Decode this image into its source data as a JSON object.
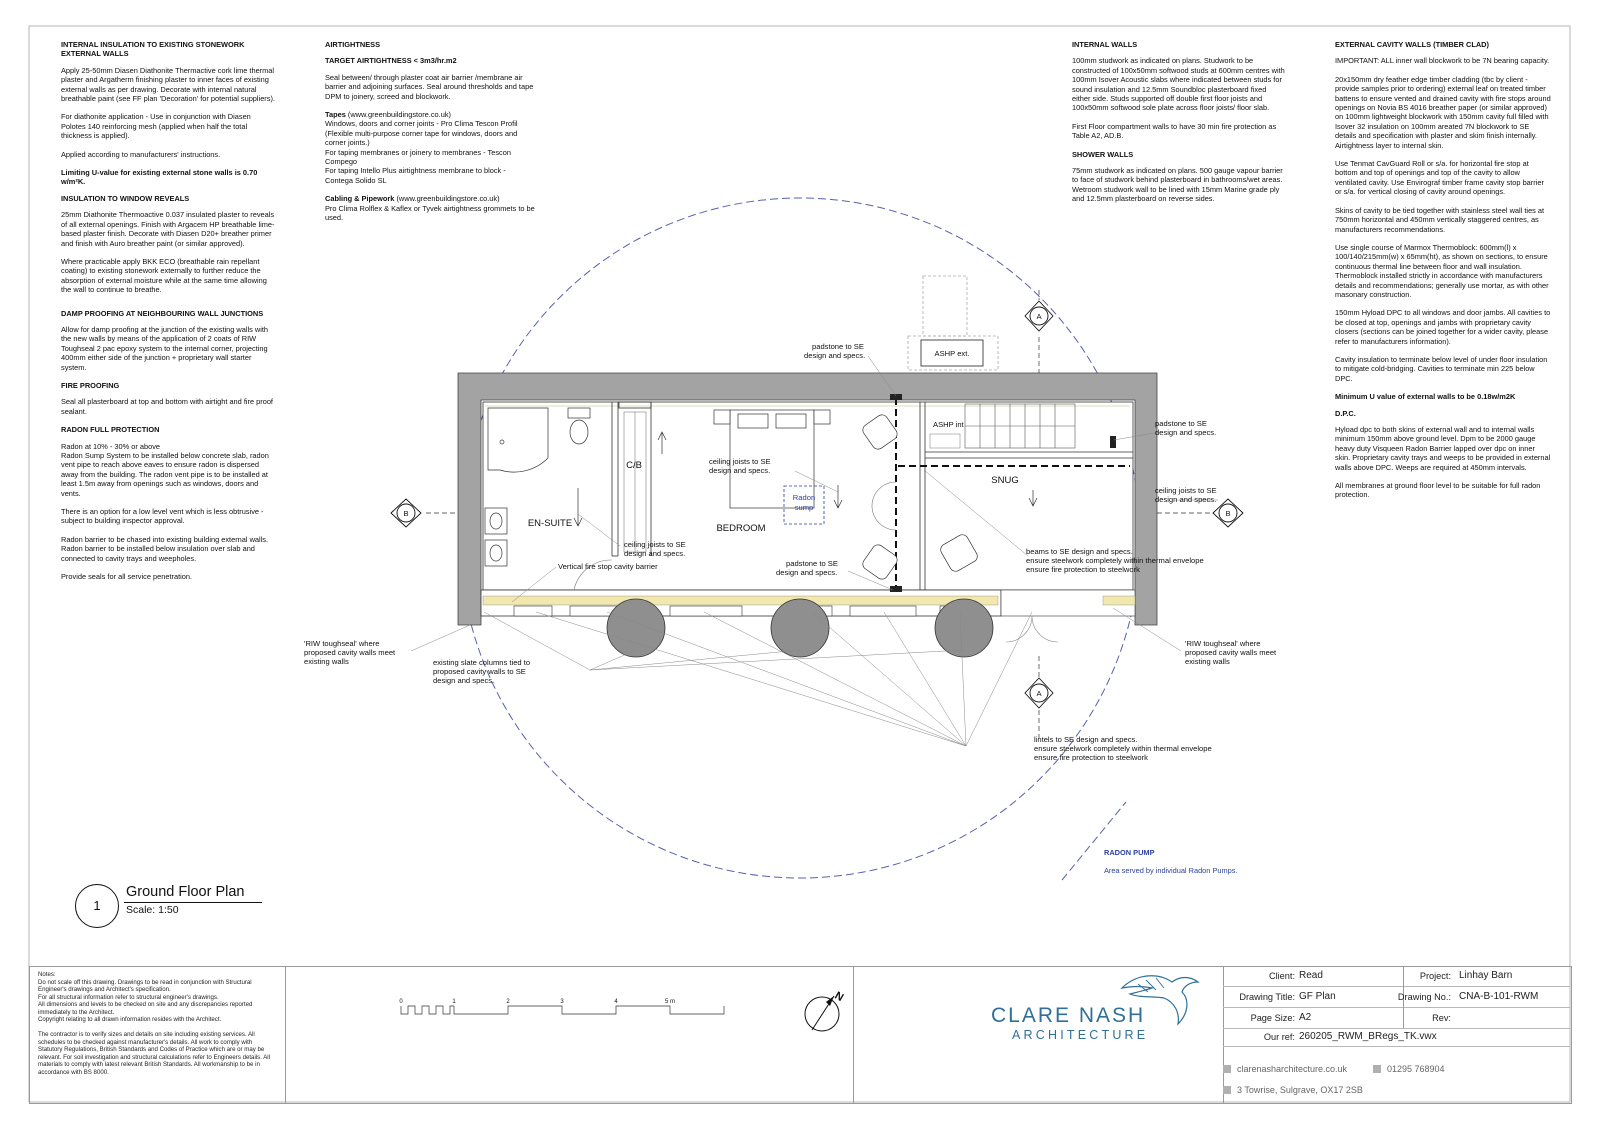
{
  "notes_left": {
    "internal_insulation_heading": "INTERNAL INSULATION TO EXISTING STONEWORK EXTERNAL WALLS",
    "internal_insulation_p1": "Apply 25-50mm Diasen Diathonite Thermactive cork lime thermal plaster and Argatherm finishing plaster to inner faces of existing external walls as per drawing. Decorate with internal natural breathable paint (see FF plan 'Decoration' for potential suppliers).",
    "internal_insulation_p2": "For diathonite application - Use in conjunction with Diasen Polotes 140 reinforcing mesh (applied when half the total thickness is applied).",
    "internal_insulation_p3": "Applied according to manufacturers' instructions.",
    "internal_insulation_p4": "Limiting U-value for existing external stone walls is 0.70 w/m²K.",
    "window_reveals_heading": "INSULATION TO WINDOW REVEALS",
    "window_reveals_p1": "25mm Diathonite Thermoactive 0.037 insulated plaster to reveals of all external openings. Finish with Argacem HP breathable lime-based plaster finish. Decorate with Diasen D20+ breather primer and finish with Auro breather paint (or similar approved).",
    "window_reveals_p2": "Where practicable apply BKK ECO (breathable rain repellant coating) to existing stonework externally to further reduce the absorption of external moisture while at the same time allowing the wall to continue to breathe.",
    "damp_heading": "DAMP PROOFING AT NEIGHBOURING WALL JUNCTIONS",
    "damp_p1": "Allow for damp proofing at the junction of the existing walls with the new walls by means of the application of 2 coats of RIW Toughseal 2 pac epoxy system to the internal corner, projecting 400mm either side of the junction + proprietary wall starter system.",
    "fire_heading": "FIRE PROOFING",
    "fire_p1": "Seal all plasterboard at top and bottom with airtight and fire proof sealant.",
    "radon_heading": "RADON  FULL PROTECTION",
    "radon_p1": "Radon at 10% - 30% or above\nRadon Sump System to be installed below concrete slab, radon vent pipe to reach above  eaves to ensure radon is dispersed away from the building. The radon vent pipe is to be installed at least 1.5m away from openings such as windows, doors and vents.",
    "radon_p2": "There is an option for a low level vent which is less obtrusive - subject to building inspector approval.",
    "radon_p3": "Radon barrier to be chased into existing building external walls. Radon barrier to be installed below insulation over slab and connected to cavity trays and weepholes.",
    "radon_p4": "Provide seals for all service penetration."
  },
  "notes_air": {
    "heading": "AIRTIGHTNESS",
    "target": "TARGET AIRTIGHTNESS < 3m3/hr.m2",
    "p1": "Seal between/ through plaster coat air barrier /membrane air barrier and adjoining surfaces. Seal around thresholds and tape DPM to joinery, screed and blockwork.",
    "tapes_label": "Tapes",
    "tapes_text": " (www.greenbuildingstore.co.uk)\nWindows, doors and corner joints - Pro Clima Tescon Profil (Flexible multi-purpose corner tape for windows, doors and corner joints.)\nFor taping membranes or joinery to membranes - Tescon Compego\nFor taping Intello Plus airtightness membrane to block - Contega Solido SL",
    "cabling_label": "Cabling & Pipework",
    "cabling_text": " (www.greenbuildingstore.co.uk)\nPro Clima Rolflex & Kaflex or Tyvek airtightness grommets to be used."
  },
  "notes_walls": {
    "internal_heading": "INTERNAL WALLS",
    "internal_p1": "100mm studwork as indicated on plans. Studwork to be constructed of 100x50mm softwood studs at 600mm centres with 100mm Isover Acoustic slabs where indicated between studs for sound insulation and 12.5mm Soundbloc plasterboard fixed either side. Studs supported off double first floor joists and 100x50mm softwood sole plate across floor joists/ floor slab.",
    "internal_p2": "First Floor compartment walls to have 30 min fire protection as Table A2, AD.B.",
    "shower_heading": "SHOWER WALLS",
    "shower_p1": "75mm studwork as indicated on plans. 500 gauge vapour barrier to face of studwork behind plasterboard in bathrooms/wet areas. Wetroom studwork wall to be lined with 15mm Marine grade ply and 12.5mm plasterboard on reverse sides."
  },
  "notes_cavity": {
    "heading": "EXTERNAL CAVITY WALLS (TIMBER CLAD)",
    "p1": "IMPORTANT: ALL inner wall blockwork to be 7N bearing capacity.",
    "p2": "20x150mm dry feather edge timber cladding (tbc by client - provide samples prior to ordering) external leaf on treated timber battens to ensure vented and drained cavity with fire stops around openings on Novia BS 4016 breather paper (or similar approved) on 100mm lightweight blockwork with 150mm cavity full filled with Isover 32 insulation on 100mm areated 7N blockwork to SE details and specification with plaster and skim finish internally.  Airtightness layer to internal skin.",
    "p3": "Use Tenmat CavGuard Roll or s/a. for horizontal fire stop at bottom and top of openings and top of the cavity to allow ventilated cavity. Use Envirograf timber frame cavity stop barrier or s/a. for vertical closing of cavity around openings.",
    "p4": "Skins of cavity to be tied together with stainless steel wall ties at 750mm horizontal and 450mm vertically staggered centres, as manufacturers recommendations.",
    "p5": "Use single course of Marmox Thermoblock: 600mm(l) x 100/140/215mm(w) x 65mm(ht), as shown on sections, to ensure continuous thermal line between floor and wall insulation. Thermoblock installed strictly in accordance with manufacturers details and recommendations; generally use mortar, as with other masonary construction.",
    "p6": "150mm Hyload DPC to all windows and door jambs. All cavities to be closed at top, openings and jambs with proprietary cavity closers (sections can be joined together for a wider cavity, please refer to manufacturers information).",
    "p7": "Cavity insulation to terminate below level of under floor insulation to mitigate cold-bridging. Cavities to terminate min 225 below DPC.",
    "p8": "Minimum U value of external walls to be 0.18w/m2K",
    "dpc_heading": "D.P.C.",
    "dpc_p1": "Hyload dpc to both skins of external wall and to internal walls minimum 150mm above ground level. Dpm to be 2000 gauge heavy duty Visqueen Radon Barrier lapped over dpc on inner skin. Proprietary cavity trays and weeps to be provided in external walls above DPC. Weeps are required at 450mm intervals.",
    "dpc_p2": "All membranes at ground floor level to be suitable for full radon protection."
  },
  "plan": {
    "rooms": {
      "ensuite": "EN-SUITE",
      "cb": "C/B",
      "bedroom": "BEDROOM",
      "snug": "SNUG",
      "radon_sump_1": "Radon",
      "radon_sump_2": "sump",
      "ashp_int": "ASHP int",
      "ashp_ext": "ASHP ext."
    },
    "section_markers": {
      "a": "A",
      "b": "B"
    },
    "labels": {
      "padstone_top_1": "padstone to SE",
      "padstone_top_2": "design and specs.",
      "padstone_right_1": "padstone to SE",
      "padstone_right_2": "design and specs.",
      "ceiling_joists_bed_1": "ceiling joists to SE",
      "ceiling_joists_bed_2": "design and specs.",
      "ceiling_joists_snug_1": "ceiling joists to SE",
      "ceiling_joists_snug_2": "design and specs.",
      "ceiling_joists_ens_1": "ceiling joists to SE",
      "ceiling_joists_ens_2": "design and specs.",
      "fire_stop": "Vertical fire stop cavity barrier",
      "padstone_mid_1": "padstone to SE",
      "padstone_mid_2": "design and specs.",
      "beams_1": "beams to SE design and specs.",
      "beams_2": "ensure steelwork completely within thermal envelope",
      "beams_3": "ensure fire protection to steelwork",
      "riw_left_1": "'RIW toughseal'  where",
      "riw_left_2": "proposed cavity walls meet",
      "riw_left_3": "existing walls",
      "riw_right_1": "'RIW toughseal'  where",
      "riw_right_2": "proposed cavity walls meet",
      "riw_right_3": "existing walls",
      "slate_1": "existing slate columns tied to",
      "slate_2": "proposed cavity walls to SE",
      "slate_3": "design and specs.",
      "lintels_1": "lintels to SE design and specs.",
      "lintels_2": "ensure steelwork completely within thermal envelope",
      "lintels_3": "ensure fire protection to steelwork"
    },
    "title": "Ground Floor Plan",
    "scale": "Scale: 1:50",
    "number": "1",
    "radon_pump_title": "RADON PUMP",
    "radon_pump_desc": "Area served by individual Radon Pumps."
  },
  "title_block": {
    "notes": "Notes:\nDo not scale off this drawing. Drawings to be read in conjunction with Structural Engineer's drawings and Architect's specification.\nFor all structural information refer to structural engineer's drawings.\nAll dimensions and levels to be checked on site and any discrepancies reported immediately to the Architect.\nCopyright relating to all drawn information resides with the Architect.\n\nThe contractor is to verify sizes and details on site including existing services. All schedules to be checked against manufacturer's details. All work to comply with Statutory Regulations, British Standards and Codes of Practice which are or may be relevant. For soil investigation and structural calculations refer to Engineers details. All materials to comply with latest relevant British Standards. All workmanship to be in accordance with BS 8000.",
    "scale_bar_ticks": [
      "0",
      "1",
      "2",
      "3",
      "4",
      "5 m"
    ],
    "north": "N",
    "logo_line1": "CLARE NASH",
    "logo_line2": "ARCHITECTURE",
    "client_label": "Client:",
    "client": "Read",
    "project_label": "Project:",
    "project": "Linhay Barn",
    "drawing_title_label": "Drawing Title:",
    "drawing_title": "GF Plan",
    "drawing_no_label": "Drawing No.:",
    "drawing_no": "CNA-B-101-RWM",
    "page_size_label": "Page Size:",
    "page_size": "A2",
    "rev_label": "Rev:",
    "rev": "",
    "our_ref_label": "Our ref:",
    "our_ref": "260205_RWM_BRegs_TK.vwx",
    "website": "clarenasharchitecture.co.uk",
    "phone": "01295 768904",
    "address": "3 Towrise, Sulgrave, OX17 2SB"
  },
  "colors": {
    "wall_fill": "#a3a3a3",
    "brand_blue": "#2f6f98",
    "radon_blue": "#2b3fa0",
    "insulation": "#f2e7ad"
  }
}
